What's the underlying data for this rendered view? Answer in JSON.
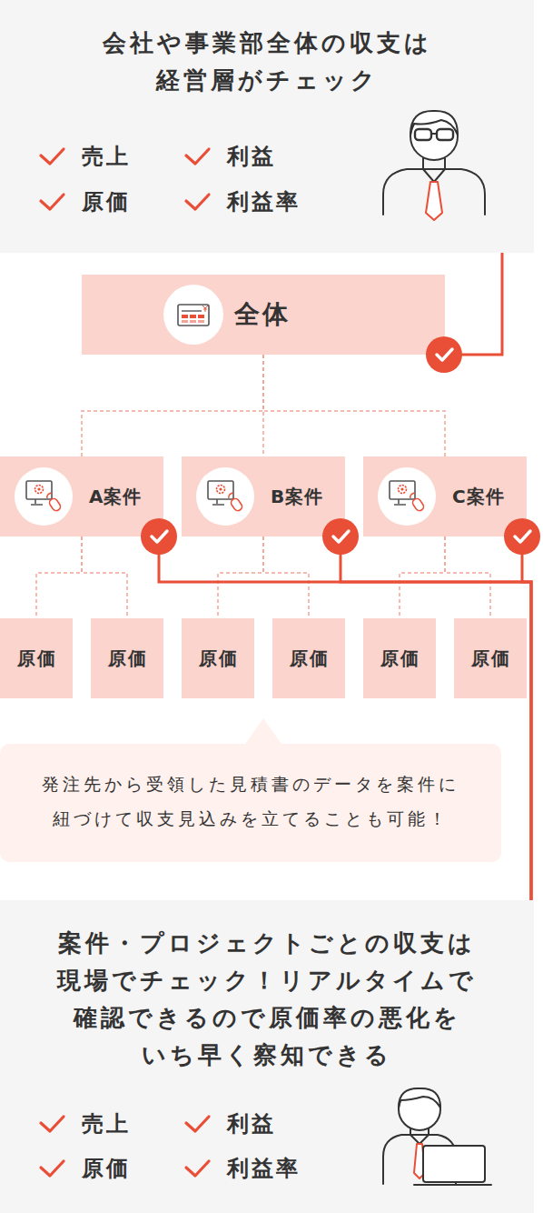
{
  "diagram": {
    "nodes": [
      {
        "text": [
          "会社や事業部全体の収支は 経営層がチェック",
          "売上",
          "利益",
          "原価",
          "利益率"
        ]
      },
      {
        "text": [
          "全体"
        ]
      },
      {
        "text": [
          "A案件"
        ]
      },
      {
        "text": [
          "B案件"
        ]
      },
      {
        "text": [
          "C案件"
        ]
      },
      {
        "text": [
          "原価"
        ]
      },
      {
        "text": [
          "原価"
        ]
      },
      {
        "text": [
          "原価"
        ]
      },
      {
        "text": [
          "原価"
        ]
      },
      {
        "text": [
          "原価"
        ]
      },
      {
        "text": [
          "原価"
        ]
      },
      {
        "text": [
          "発注先から受領した見積書のデータを案件に 紐づけて収支見込みを立てることも可能！"
        ]
      },
      {
        "text": [
          "案件・プロジェクトごとの収支は 現場でチェック！リアルタイムで 確認できるので原価率の悪化を いち早く察知できる",
          "売上",
          "利益",
          "原価",
          "利益率"
        ]
      }
    ],
    "edges": [
      {
        "from": 0,
        "to": 1,
        "arrow": "none"
      },
      {
        "from": 1,
        "to": 2,
        "arrow": "none"
      },
      {
        "from": 1,
        "to": 3,
        "arrow": "none"
      },
      {
        "from": 1,
        "to": 4,
        "arrow": "none"
      },
      {
        "from": 2,
        "to": 5,
        "arrow": "none"
      },
      {
        "from": 2,
        "to": 6,
        "arrow": "none"
      },
      {
        "from": 3,
        "to": 7,
        "arrow": "none"
      },
      {
        "from": 3,
        "to": 8,
        "arrow": "none"
      },
      {
        "from": 4,
        "to": 9,
        "arrow": "none"
      },
      {
        "from": 4,
        "to": 10,
        "arrow": "none"
      },
      {
        "from": 2,
        "to": 12,
        "arrow": "none"
      },
      {
        "from": 3,
        "to": 12,
        "arrow": "none"
      },
      {
        "from": 4,
        "to": 12,
        "arrow": "none"
      }
    ]
  }
}
